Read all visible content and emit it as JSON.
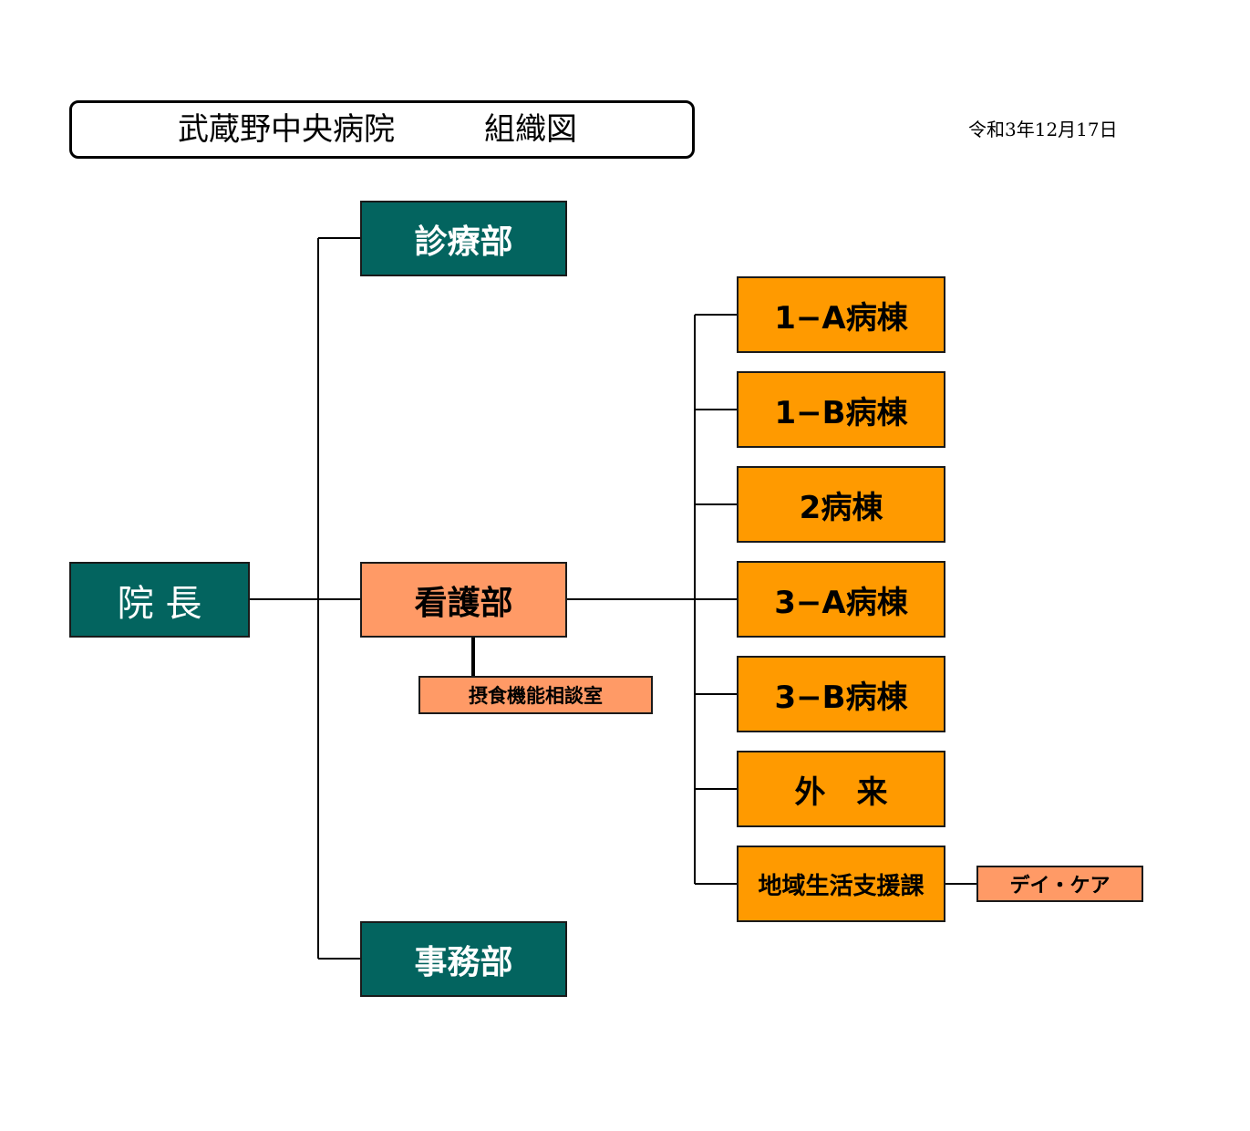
{
  "header": {
    "title_hospital": "武蔵野中央病院",
    "title_chart": "組織図",
    "date": "令和3年12月17日"
  },
  "org": {
    "director": "院 長",
    "departments": {
      "medical": "診療部",
      "nursing": "看護部",
      "admin": "事務部"
    },
    "nursing_sub": "摂食機能相談室",
    "wards": [
      "1−A病棟",
      "1−B病棟",
      "2病棟",
      "3−A病棟",
      "3−B病棟",
      "外　来",
      "地域生活支援課"
    ],
    "community_sub": "デイ・ケア"
  },
  "colors": {
    "teal": "#03645f",
    "salmon": "#ff9a66",
    "orange": "#ff9a00"
  }
}
